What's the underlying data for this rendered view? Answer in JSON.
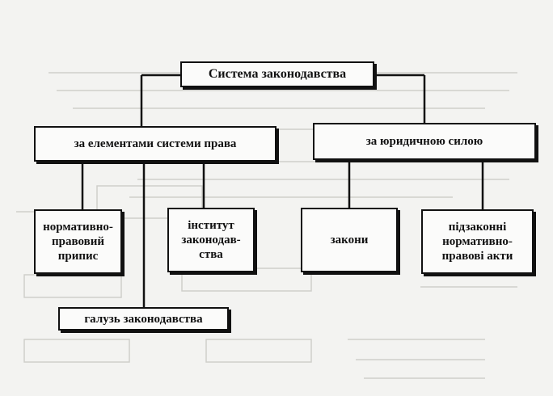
{
  "diagram": {
    "root": "Система законодавства",
    "left_branch": {
      "label": "за елементами системи права",
      "children": [
        "нормативно-\nправовий\nприпис",
        "інститут\nзаконодав-\nства",
        "галузь законодавства"
      ]
    },
    "right_branch": {
      "label": "за юридичною силою",
      "children": [
        "закони",
        "підзаконні\nнормативно-\nправові акти"
      ]
    }
  },
  "colors": {
    "background": "#f3f3f1",
    "box_fill": "#fbfbfa",
    "line": "#111111"
  }
}
